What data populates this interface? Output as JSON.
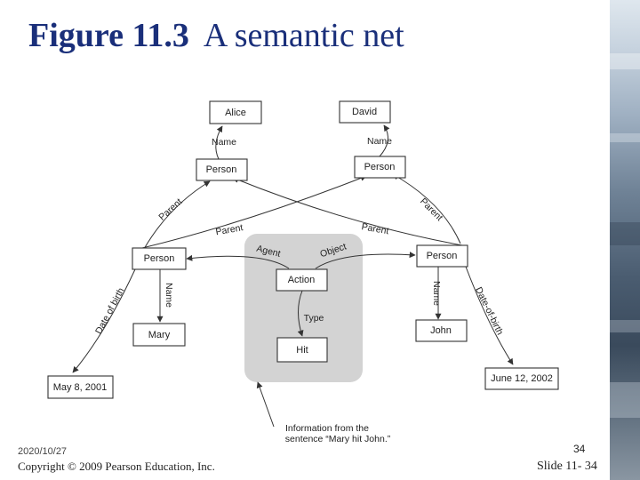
{
  "title": {
    "figure": "Figure 11.3",
    "caption": "A semantic net"
  },
  "nodes": {
    "alice": "Alice",
    "david": "David",
    "person_top_left": "Person",
    "person_top_right": "Person",
    "person_mid_left": "Person",
    "person_mid_right": "Person",
    "action": "Action",
    "hit": "Hit",
    "mary": "Mary",
    "john": "John",
    "date_mary": "May 8, 2001",
    "date_john": "June 12, 2002"
  },
  "edges": {
    "name_alice": "Name",
    "name_david": "Name",
    "parent_left_up": "Parent",
    "parent_cross_left": "Parent",
    "parent_cross_right": "Parent",
    "parent_right_up": "Parent",
    "agent": "Agent",
    "object": "Object",
    "name_mary": "Name",
    "name_john": "Name",
    "type": "Type",
    "dob_left": "Date of birth",
    "dob_right": "Date-of-birth"
  },
  "annotation": {
    "line1": "Information from the",
    "line2": "sentence “Mary hit John.”"
  },
  "footer": {
    "date": "2020/10/27",
    "copyright": "Copyright © 2009 Pearson Education, Inc.",
    "page_number": "34",
    "slide_label": "Slide 11- 34"
  },
  "colors": {
    "title": "#1a2f7a",
    "highlight_region": "#d3d3d3",
    "strip_top": "#dfe7ee",
    "strip_bottom": "#3a4a5c"
  }
}
